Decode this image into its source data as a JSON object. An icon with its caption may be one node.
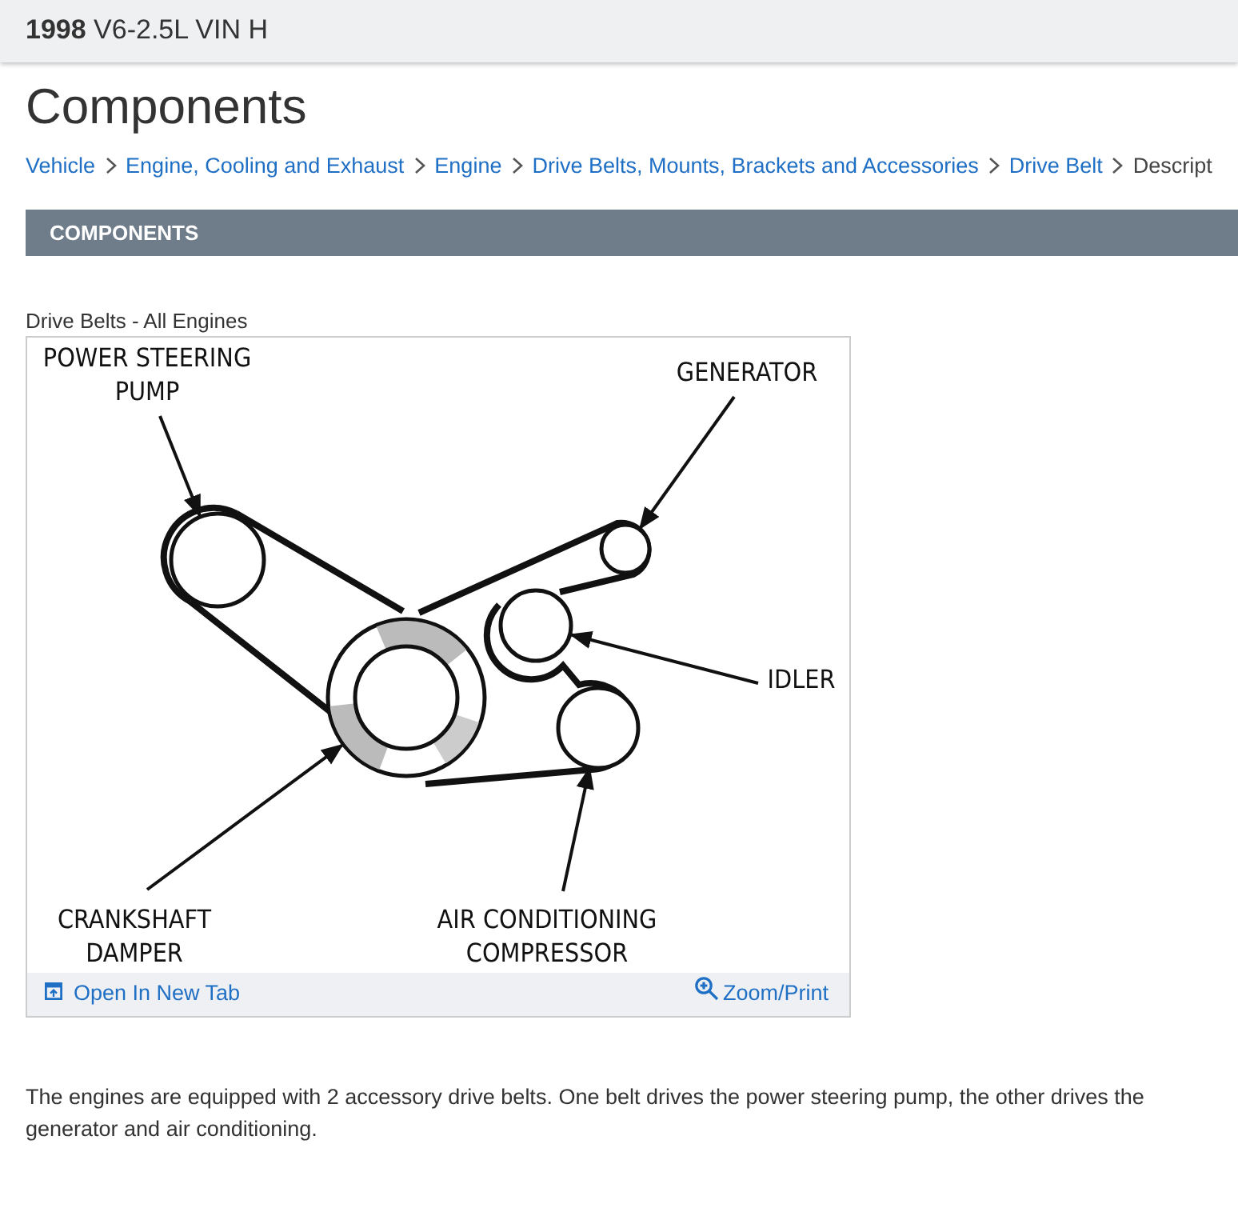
{
  "diagram": {
    "title": "Components",
    "nodes": [
      {
        "text": [
          "POWER STEERING PUMP"
        ]
      },
      {
        "text": [
          "GENERATOR"
        ]
      },
      {
        "text": [
          "IDLER"
        ]
      },
      {
        "text": [
          "CRANKSHAFT DAMPER"
        ]
      },
      {
        "text": [
          "AIR CONDITIONING COMPRESSOR"
        ]
      },
      {
        "text": [],
        "shape": "circle"
      },
      {
        "text": [],
        "shape": "circle"
      },
      {
        "text": [],
        "shape": "circle"
      },
      {
        "text": [],
        "shape": "circle"
      },
      {
        "text": [],
        "shape": "circle"
      }
    ],
    "edges": [
      {
        "from": 0,
        "to": 5,
        "arrow": "to"
      },
      {
        "from": 1,
        "to": 6,
        "arrow": "to"
      },
      {
        "from": 2,
        "to": 7,
        "arrow": "to"
      },
      {
        "from": 3,
        "to": 8,
        "arrow": "to"
      },
      {
        "from": 4,
        "to": 9,
        "arrow": "to"
      }
    ],
    "labels": [
      "**1998** V6-2.5L VIN H",
      "Vehicle",
      "Engine, Cooling and Exhaust",
      "Engine",
      "Drive Belts, Mounts, Brackets and Accessories",
      "Drive Belt",
      "Descript",
      "COMPONENTS",
      "Drive Belts - All Engines",
      "Open In New Tab",
      "Zoom/Print",
      "The engines are equipped with 2 accessory drive belts. One belt drives the power steering pump, the other drives the generator and air conditioning."
    ]
  }
}
